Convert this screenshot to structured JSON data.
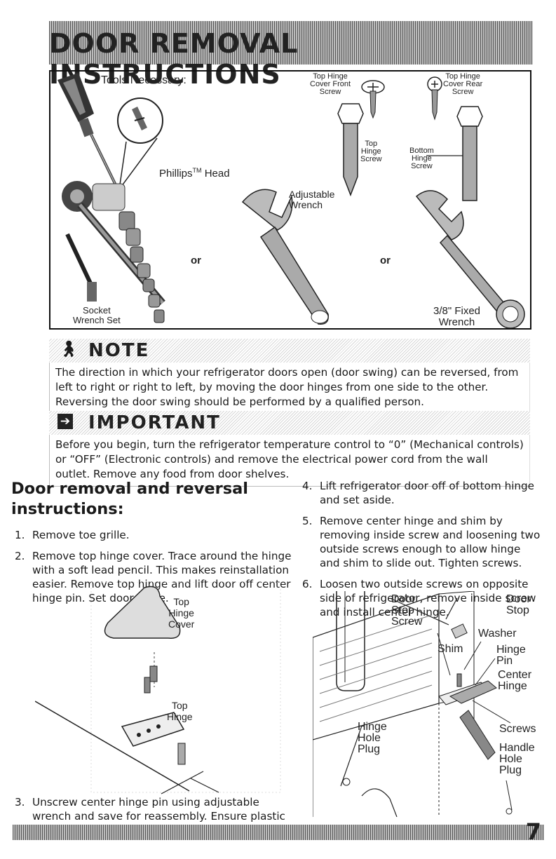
{
  "header": {
    "title": "DOOR REMOVAL INSTRUCTIONS"
  },
  "tools": {
    "heading": "Tools Necessary:",
    "phillips": "Phillips",
    "phillips_tm": "TM",
    "phillips_head": " Head",
    "socket_1": "Socket",
    "socket_2": "Wrench Set",
    "or_1": "or",
    "or_2": "or",
    "adjustable_1": "Adjustable",
    "adjustable_2": "Wrench",
    "fixed_1": "3/8\" Fixed",
    "fixed_2": "Wrench",
    "thcf_1": "Top Hinge",
    "thcf_2": "Cover Front",
    "thcf_3": "Screw",
    "thcr_1": "Top Hinge",
    "thcr_2": "Cover Rear",
    "thcr_3": "Screw",
    "ths_1": "Top",
    "ths_2": "Hinge",
    "ths_3": "Screw",
    "bhs_1": "Bottom",
    "bhs_2": "Hinge",
    "bhs_3": "Screw"
  },
  "note": {
    "heading": "NOTE",
    "body": "The direction in which your refrigerator doors open (door swing) can be reversed, from left to right or right to left, by moving the door hinges from one side to the other. Reversing the door swing should be performed by a qualified person."
  },
  "important": {
    "heading": "IMPORTANT",
    "body": "Before you begin, turn the refrigerator temperature control to “0” (Mechanical controls) or “OFF” (Electronic controls) and remove the electrical power cord from the wall outlet. Remove any food from door shelves."
  },
  "section": {
    "title_1": "Door removal and reversal",
    "title_2": "instructions:"
  },
  "steps": [
    {
      "num": "1.",
      "text": "Remove toe grille."
    },
    {
      "num": "2.",
      "text": "Remove top hinge cover. Trace around the hinge with a soft lead pencil. This makes reinstallation easier. Remove top hinge and lift door off center hinge pin. Set door aside."
    },
    {
      "num": "3.",
      "text": "Unscrew center hinge pin using adjustable wrench and save for reassembly. Ensure plastic washer stays on hinge pin."
    },
    {
      "num": "4.",
      "text": "Lift refrigerator door off of bottom hinge and set aside."
    },
    {
      "num": "5.",
      "text": "Remove center hinge and shim by removing inside screw and loosening two outside screws enough to allow hinge and shim to slide out. Tighten screws."
    },
    {
      "num": "6.",
      "text": "Loosen two outside screws on opposite side of refrigerator, remove inside screw and install center hinge."
    }
  ],
  "fig_left": {
    "cover_1": "Top",
    "cover_2": "Hinge",
    "cover_3": "Cover",
    "hinge_1": "Top",
    "hinge_2": "Hinge"
  },
  "fig_right": {
    "dss_1": "Door",
    "dss_2": "Stop",
    "dss_3": "Screw",
    "ds_1": "Door",
    "ds_2": "Stop",
    "washer": "Washer",
    "shim": "Shim",
    "pin_1": "Hinge",
    "pin_2": "Pin",
    "center_1": "Center",
    "center_2": "Hinge",
    "hhp_1": "Hinge",
    "hhp_2": "Hole",
    "hhp_3": "Plug",
    "screws": "Screws",
    "handle_1": "Handle",
    "handle_2": "Hole",
    "handle_3": "Plug"
  },
  "footer": {
    "page": "7"
  }
}
